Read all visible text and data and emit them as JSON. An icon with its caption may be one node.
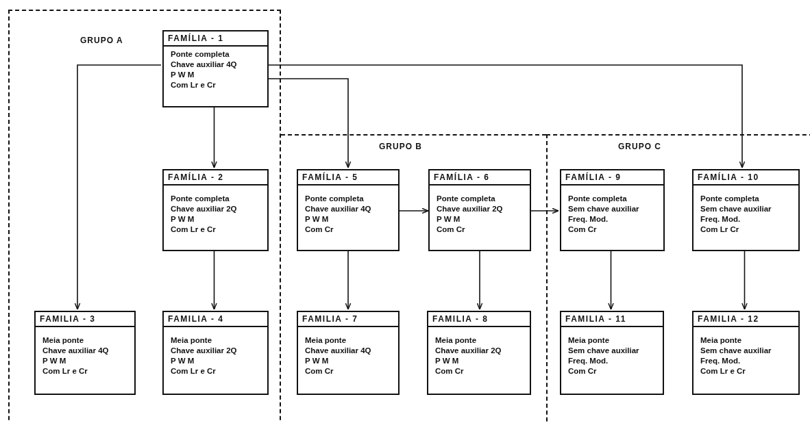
{
  "diagram": {
    "nodes": [
      {
        "text": [
          "GRUPO A"
        ]
      },
      {
        "text": [
          "FAMÍLIA - 1",
          "Ponte completa",
          "Chave auxiliar 4Q",
          "P W M",
          "Com Lr e Cr"
        ],
        "in": 0
      },
      {
        "text": [
          "FAMÍLIA - 2",
          "Ponte completa",
          "Chave auxiliar 2Q",
          "P W M",
          "Com Lr e Cr"
        ],
        "in": 0
      },
      {
        "text": [
          "FAMILIA - 3",
          "Meia ponte",
          "Chave auxiliar 4Q",
          "P W M",
          "Com Lr e Cr"
        ],
        "in": 0
      },
      {
        "text": [
          "FAMILIA - 4",
          "Meia ponte",
          "Chave auxiliar 2Q",
          "P W M",
          "Com Lr e Cr"
        ],
        "in": 0
      },
      {
        "text": [
          "GRUPO B"
        ]
      },
      {
        "text": [
          "FAMÍLIA - 5",
          "Ponte completa",
          "Chave auxiliar 4Q",
          "P W M",
          "Com Cr"
        ],
        "in": 5
      },
      {
        "text": [
          "FAMÍLIA - 6",
          "Ponte completa",
          "Chave auxiliar 2Q",
          "P W M",
          "Com Cr"
        ],
        "in": 5
      },
      {
        "text": [
          "FAMILIA - 7",
          "Meia ponte",
          "Chave auxiliar 4Q",
          "P W M",
          "Com Cr"
        ],
        "in": 5
      },
      {
        "text": [
          "FAMILIA - 8",
          "Meia ponte",
          "Chave auxiliar 2Q",
          "P W M",
          "Com Cr"
        ],
        "in": 5
      },
      {
        "text": [
          "GRUPO C"
        ]
      },
      {
        "text": [
          "FAMÍLIA - 9",
          "Ponte completa",
          "Sem chave auxiliar",
          "Freq. Mod.",
          "Com Cr"
        ],
        "in": 10
      },
      {
        "text": [
          "FAMÍLIA - 10",
          "Ponte completa",
          "Sem chave auxiliar",
          "Freq. Mod.",
          "Com Lr Cr"
        ],
        "in": 10
      },
      {
        "text": [
          "FAMILIA - 11",
          "Meia ponte",
          "Sem chave auxiliar",
          "Freq. Mod.",
          "Com Cr"
        ],
        "in": 10
      },
      {
        "text": [
          "FAMILIA - 12",
          "Meia ponte",
          "Sem chave auxiliar",
          "Freq. Mod.",
          "Com Lr e Cr"
        ],
        "in": 10
      }
    ],
    "edges": [
      {
        "from": 1,
        "to": 3,
        "arrow": "to"
      },
      {
        "from": 1,
        "to": 2,
        "arrow": "to"
      },
      {
        "from": 1,
        "to": 6,
        "arrow": "to"
      },
      {
        "from": 1,
        "to": 12,
        "arrow": "to"
      },
      {
        "from": 2,
        "to": 4,
        "arrow": "to"
      },
      {
        "from": 6,
        "to": 7,
        "arrow": "to"
      },
      {
        "from": 7,
        "to": 11,
        "arrow": "to"
      },
      {
        "from": 6,
        "to": 8,
        "arrow": "to"
      },
      {
        "from": 7,
        "to": 9,
        "arrow": "to"
      },
      {
        "from": 11,
        "to": 13,
        "arrow": "to"
      },
      {
        "from": 12,
        "to": 14,
        "arrow": "to"
      }
    ]
  }
}
